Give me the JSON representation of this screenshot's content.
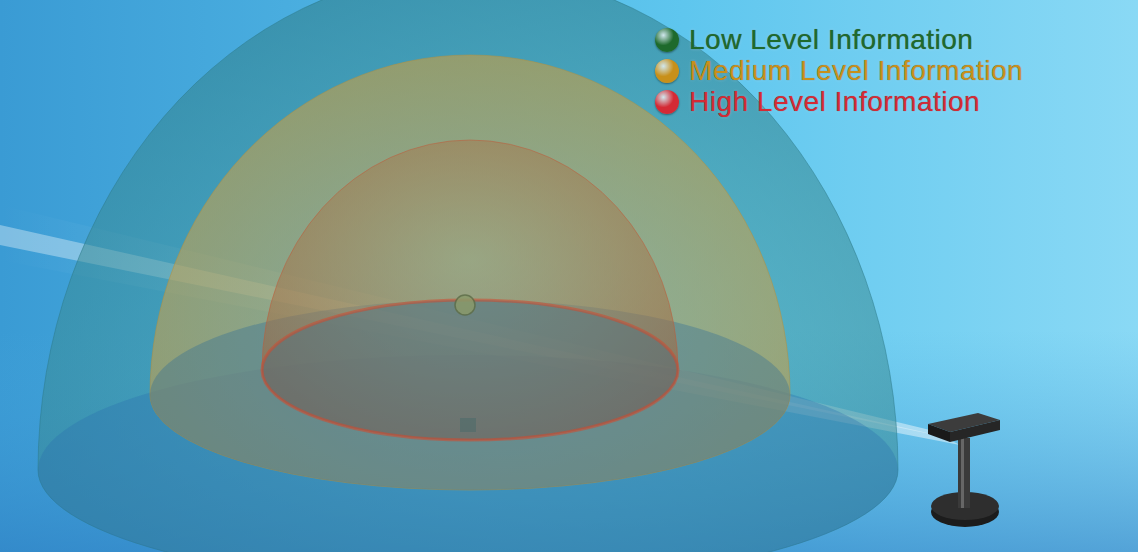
{
  "diagram": {
    "legend": [
      {
        "text": "Low Level Information",
        "color": "#1e6a2c"
      },
      {
        "text": "Medium Level Information",
        "color": "#c8901a"
      },
      {
        "text": "High Level Information",
        "color": "#d42a35"
      }
    ]
  }
}
